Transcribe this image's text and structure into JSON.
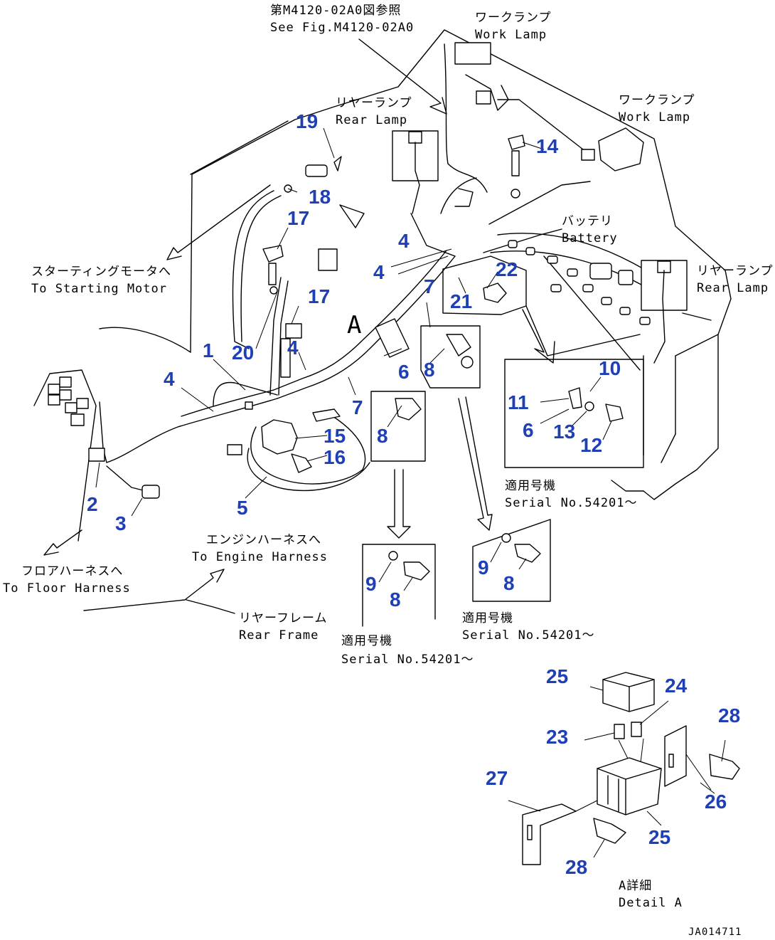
{
  "colors": {
    "callout": "#1f3fb5",
    "line": "#000000",
    "background": "#ffffff"
  },
  "labels": {
    "ref_jp": "第M4120-02A0図参照",
    "ref_en": "See Fig.M4120-02A0",
    "work_lamp_top_jp": "ワークランプ",
    "work_lamp_top_en": "Work Lamp",
    "rear_lamp_left_jp": "リヤーランプ",
    "rear_lamp_left_en": "Rear Lamp",
    "work_lamp_right_jp": "ワークランプ",
    "work_lamp_right_en": "Work Lamp",
    "battery_jp": "バッテリ",
    "battery_en": "Battery",
    "rear_lamp_right_jp": "リヤーランプ",
    "rear_lamp_right_en": "Rear Lamp",
    "starting_motor_jp": "スターティングモータへ",
    "starting_motor_en": "To Starting Motor",
    "view_a": "A",
    "floor_harness_jp": "フロアハーネスへ",
    "floor_harness_en": "To Floor Harness",
    "engine_harness_jp": "エンジンハーネスへ",
    "engine_harness_en": "To Engine Harness",
    "rear_frame_jp": "リヤーフレーム",
    "rear_frame_en": "Rear Frame",
    "serial1_jp": "適用号機",
    "serial1_en": "Serial No.54201～",
    "serial2_jp": "適用号機",
    "serial2_en": "Serial No.54201～",
    "serial3_jp": "適用号機",
    "serial3_en": "Serial No.54201～",
    "detail_jp": "A詳細",
    "detail_en": "Detail A",
    "drawing_no": "JA014711"
  },
  "callouts": {
    "c1": "1",
    "c2": "2",
    "c3": "3",
    "c4a": "4",
    "c4b": "4",
    "c4c": "4",
    "c4d": "4",
    "c5": "5",
    "c6a": "6",
    "c6b": "6",
    "c7a": "7",
    "c7b": "7",
    "c8a": "8",
    "c8b": "8",
    "c8c": "8",
    "c8d": "8",
    "c9a": "9",
    "c9b": "9",
    "c10": "10",
    "c11": "11",
    "c12": "12",
    "c13": "13",
    "c14": "14",
    "c15": "15",
    "c16": "16",
    "c17a": "17",
    "c17b": "17",
    "c18": "18",
    "c19": "19",
    "c20": "20",
    "c21": "21",
    "c22": "22",
    "c23": "23",
    "c24": "24",
    "c25a": "25",
    "c25b": "25",
    "c26": "26",
    "c27": "27",
    "c28a": "28",
    "c28b": "28"
  }
}
